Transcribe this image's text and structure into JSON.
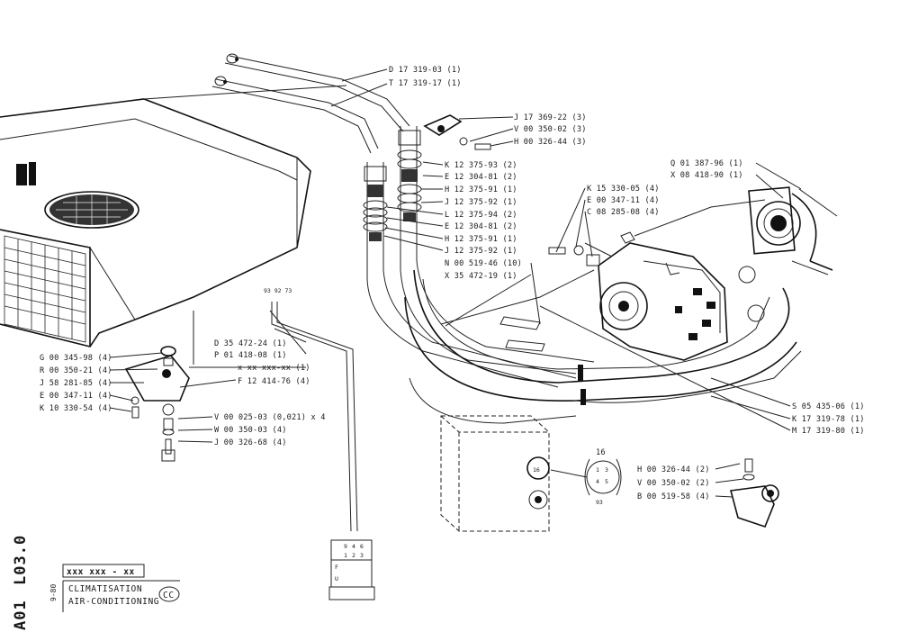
{
  "sheet": {
    "code_a": "A01",
    "code_b": "L03.0",
    "date": "9-80",
    "serial": "xxx xxx - xx",
    "title_fr": "CLIMATISATION",
    "title_en": "AIR-CONDITIONING",
    "badge": "CC"
  },
  "labels": {
    "d17319": "D 17 319-03 (1)",
    "t17319": "T 17 319-17 (1)",
    "j17369": "J 17 369-22 (3)",
    "v00350_02_3": "V 00 350-02 (3)",
    "h00326_44_3": "H 00 326-44 (3)",
    "k12375_93": "K 12 375-93 (2)",
    "e12304_81_a": "E 12 304-81 (2)",
    "h12375_91_a": "H 12 375-91 (1)",
    "j12375_92_a": "J 12 375-92 (1)",
    "l12375_94": "L 12 375-94 (2)",
    "e12304_81_b": "E 12 304-81 (2)",
    "h12375_91_b": "H 12 375-91 (1)",
    "j12375_92_b": "J 12 375-92 (1)",
    "n00519": "N 00 519-46 (10)",
    "x35472": "X 35 472-19 (1)",
    "k15330": "K 15 330-05 (4)",
    "e00347_4": "E 00 347-11 (4)",
    "c08285": "C 08 285-08 (4)",
    "q01387": "Q 01 387-96 (1)",
    "x08418": "X 08 418-90 (1)",
    "d35472": "D 35 472-24 (1)",
    "p01418": "P 01 418-08 (1)",
    "xxx": "x xx xxx-xx (1)",
    "f12414": "F 12 414-76 (4)",
    "v00025": "V 00 025-03 (0,021) x 4",
    "w00350": "W 00 350-03 (4)",
    "j00326": "J 00 326-68 (4)",
    "g00345": "G 00 345-98 (4)",
    "r00350": "R 00 350-21 (4)",
    "j58281": "J 58 281-85 (4)",
    "e00347_4b": "E 00 347-11 (4)",
    "k10330": "K 10 330-54 (4)",
    "s05435": "S 05 435-06 (1)",
    "k17319": "K 17 319-78 (1)",
    "m17319": "M 17 319-80 (1)",
    "h00326_44_2": "H 00 326-44 (2)",
    "v00350_02_2": "V 00 350-02 (2)",
    "b00519": "B 00 519-58 (4)"
  },
  "callouts": {
    "pin16_top": "16",
    "pin16_box": "16",
    "pin93": "93",
    "conn_top": "93 92 73"
  }
}
